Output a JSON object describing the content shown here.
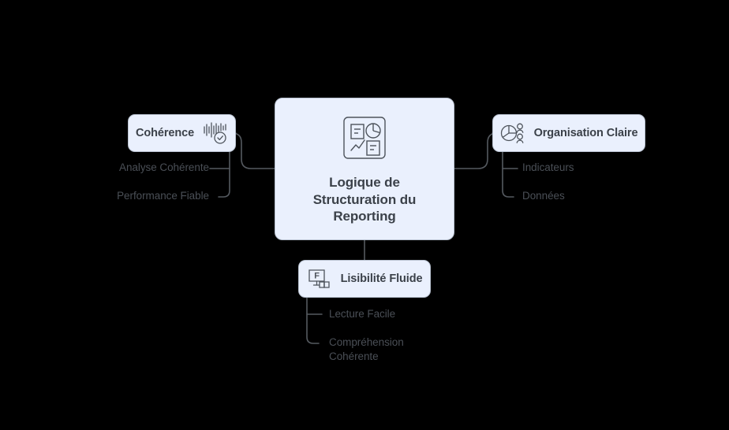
{
  "diagram": {
    "type": "mind-map",
    "background_color": "#000000",
    "node_fill": "#eaf0fd",
    "node_border": "#b9c2d0",
    "node_text_color": "#3b4149",
    "subitem_text_color": "#4a4f56",
    "connector_color": "#555a60",
    "central": {
      "title": "Logique de\nStructuration du\nReporting",
      "icon": "reporting-dashboard-icon"
    },
    "branches": [
      {
        "id": "coherence",
        "label": "Cohérence",
        "icon": "waveform-check-icon",
        "position": "left",
        "subitems": [
          {
            "label": "Analyse Cohérente"
          },
          {
            "label": "Performance Fiable"
          }
        ]
      },
      {
        "id": "organisation-claire",
        "label": "Organisation Claire",
        "icon": "pie-chart-people-icon",
        "position": "right",
        "subitems": [
          {
            "label": "Indicateurs"
          },
          {
            "label": "Données"
          }
        ]
      },
      {
        "id": "lisibilite-fluide",
        "label": "Lisibilité Fluide",
        "icon": "monitor-book-icon",
        "position": "bottom",
        "subitems": [
          {
            "label": "Lecture Facile"
          },
          {
            "label": "Compréhension\nCohérente"
          }
        ]
      }
    ]
  }
}
